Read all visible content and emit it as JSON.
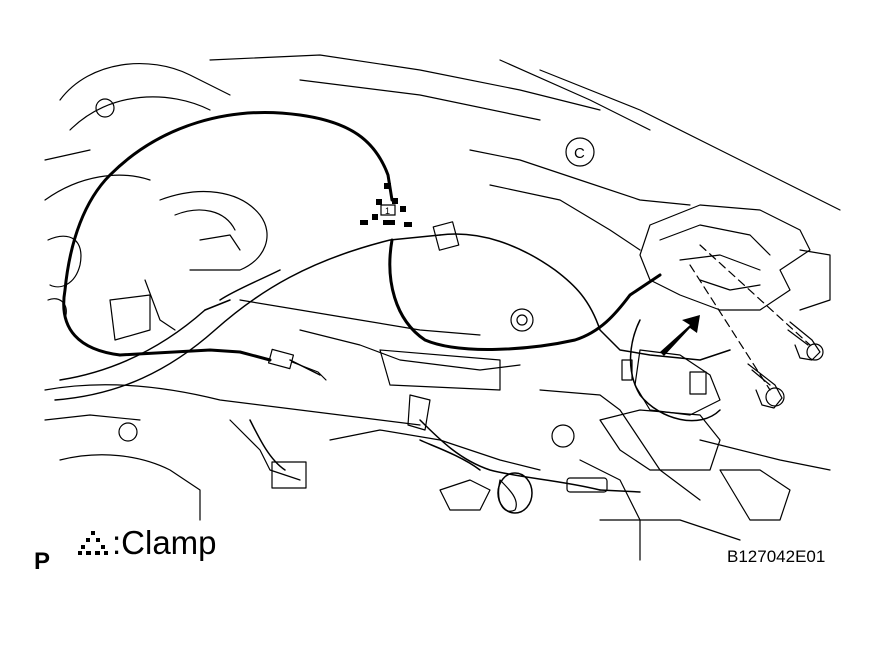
{
  "view_label": "P",
  "legend": {
    "symbol": "dashed-triangle-clamp-icon",
    "text": ":Clamp"
  },
  "clamp_marker": {
    "number": "1"
  },
  "figure_code": "B127042E01",
  "colors": {
    "line": "#000000",
    "background": "#ffffff"
  }
}
